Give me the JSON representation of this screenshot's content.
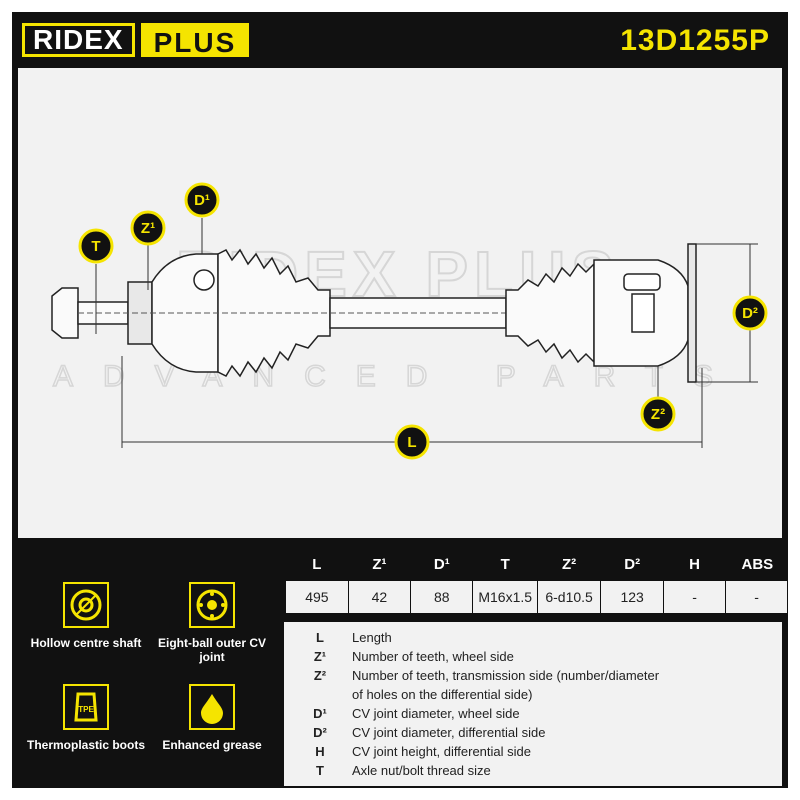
{
  "header": {
    "logo_ridex": "RIDEX",
    "logo_plus": "PLUS",
    "part_number": "13D1255P"
  },
  "drawing": {
    "watermark_line1": "RIDEX PLUS",
    "watermark_line2": "ADVANCED PARTS",
    "callouts": {
      "T": "T",
      "Z1": "Z¹",
      "D1": "D¹",
      "Z2": "Z²",
      "D2": "D²",
      "L": "L"
    }
  },
  "features": [
    {
      "label": "Hollow centre shaft",
      "icon": "hollow-shaft-icon"
    },
    {
      "label": "Eight-ball outer CV joint",
      "icon": "ball-bearing-icon"
    },
    {
      "label": "Thermoplastic boots",
      "icon": "tpe-boot-icon"
    },
    {
      "label": "Enhanced grease",
      "icon": "grease-drop-icon"
    }
  ],
  "spec_table": {
    "headers": [
      "L",
      "Z¹",
      "D¹",
      "T",
      "Z²",
      "D²",
      "H",
      "ABS"
    ],
    "values": [
      "495",
      "42",
      "88",
      "M16x1.5",
      "6-d10.5",
      "123",
      "-",
      "-"
    ]
  },
  "legend": [
    {
      "key": "L",
      "text": "Length"
    },
    {
      "key": "Z¹",
      "text": "Number of teeth, wheel side"
    },
    {
      "key": "Z²",
      "text": "Number of teeth, transmission side (number/diameter"
    },
    {
      "key": "",
      "text": "of holes on the differential side)"
    },
    {
      "key": "D¹",
      "text": "CV joint diameter, wheel side"
    },
    {
      "key": "D²",
      "text": "CV joint diameter, differential side"
    },
    {
      "key": "H",
      "text": "CV joint height, differential side"
    },
    {
      "key": "T",
      "text": "Axle nut/bolt thread size"
    }
  ],
  "colors": {
    "brand_yellow": "#f5e400",
    "dark": "#111111",
    "panel": "#f2f2f2"
  }
}
